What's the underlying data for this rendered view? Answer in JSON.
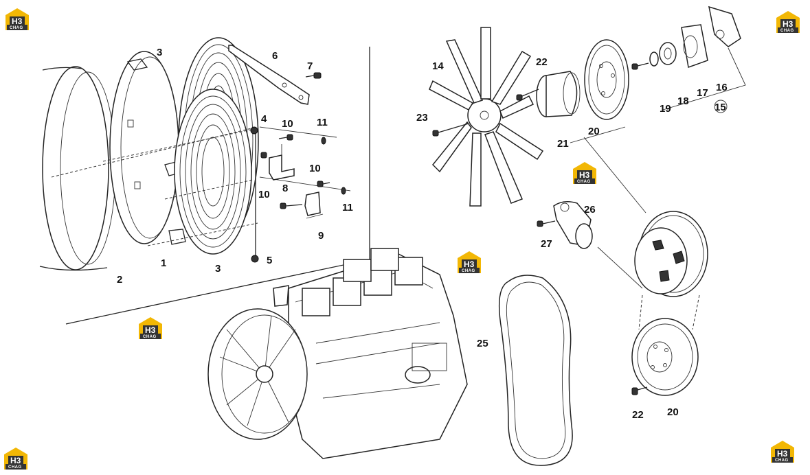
{
  "title": "",
  "callouts": [
    {
      "id": "c1",
      "label": "1"
    },
    {
      "id": "c2",
      "label": "2"
    },
    {
      "id": "c3a",
      "label": "3"
    },
    {
      "id": "c3b",
      "label": "3"
    },
    {
      "id": "c4",
      "label": "4"
    },
    {
      "id": "c5",
      "label": "5"
    },
    {
      "id": "c6",
      "label": "6"
    },
    {
      "id": "c7",
      "label": "7"
    },
    {
      "id": "c8",
      "label": "8"
    },
    {
      "id": "c9",
      "label": "9"
    },
    {
      "id": "c10a",
      "label": "10"
    },
    {
      "id": "c10b",
      "label": "10"
    },
    {
      "id": "c10c",
      "label": "10"
    },
    {
      "id": "c11a",
      "label": "11"
    },
    {
      "id": "c11b",
      "label": "11"
    },
    {
      "id": "c14",
      "label": "14"
    },
    {
      "id": "c15",
      "label": "15"
    },
    {
      "id": "c16",
      "label": "16"
    },
    {
      "id": "c17",
      "label": "17"
    },
    {
      "id": "c18",
      "label": "18"
    },
    {
      "id": "c19",
      "label": "19"
    },
    {
      "id": "c20a",
      "label": "20"
    },
    {
      "id": "c20b",
      "label": "20"
    },
    {
      "id": "c21",
      "label": "21"
    },
    {
      "id": "c22a",
      "label": "22"
    },
    {
      "id": "c22b",
      "label": "22"
    },
    {
      "id": "c23",
      "label": "23"
    },
    {
      "id": "c25",
      "label": "25"
    },
    {
      "id": "c26",
      "label": "26"
    },
    {
      "id": "c27",
      "label": "27"
    }
  ],
  "watermark": {
    "brand_main": "H3",
    "brand_sub": "CHAG",
    "color_yellow": "#f2b705",
    "color_dark": "#333333"
  }
}
